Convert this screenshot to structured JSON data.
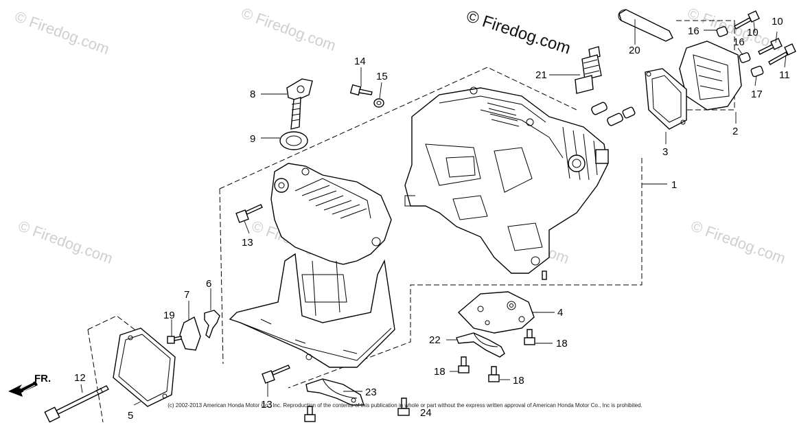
{
  "watermark": {
    "brand_main": "© Firedog.com",
    "brand_faint": "© Firedog.com"
  },
  "direction": {
    "label": "FR."
  },
  "copyright": "(c) 2002-2013 American Honda Motor Co., Inc. Reproduction of the contents of this publication in whole or part without the express written approval of American Honda Motor Co., Inc is prohibited.",
  "callouts": {
    "c1": "1",
    "c2": "2",
    "c3": "3",
    "c4": "4",
    "c5": "5",
    "c6": "6",
    "c7": "7",
    "c8": "8",
    "c9": "9",
    "c10a": "10",
    "c10b": "10",
    "c11": "11",
    "c12": "12",
    "c13a": "13",
    "c13b": "13",
    "c14": "14",
    "c15": "15",
    "c16a": "16",
    "c16b": "16",
    "c17": "17",
    "c18a": "18",
    "c18b": "18",
    "c18c": "18",
    "c19": "19",
    "c20": "20",
    "c21": "21",
    "c22": "22",
    "c23": "23",
    "c24": "24"
  },
  "colors": {
    "line": "#000000",
    "watermark": "#cfcfcf",
    "background": "#ffffff"
  }
}
